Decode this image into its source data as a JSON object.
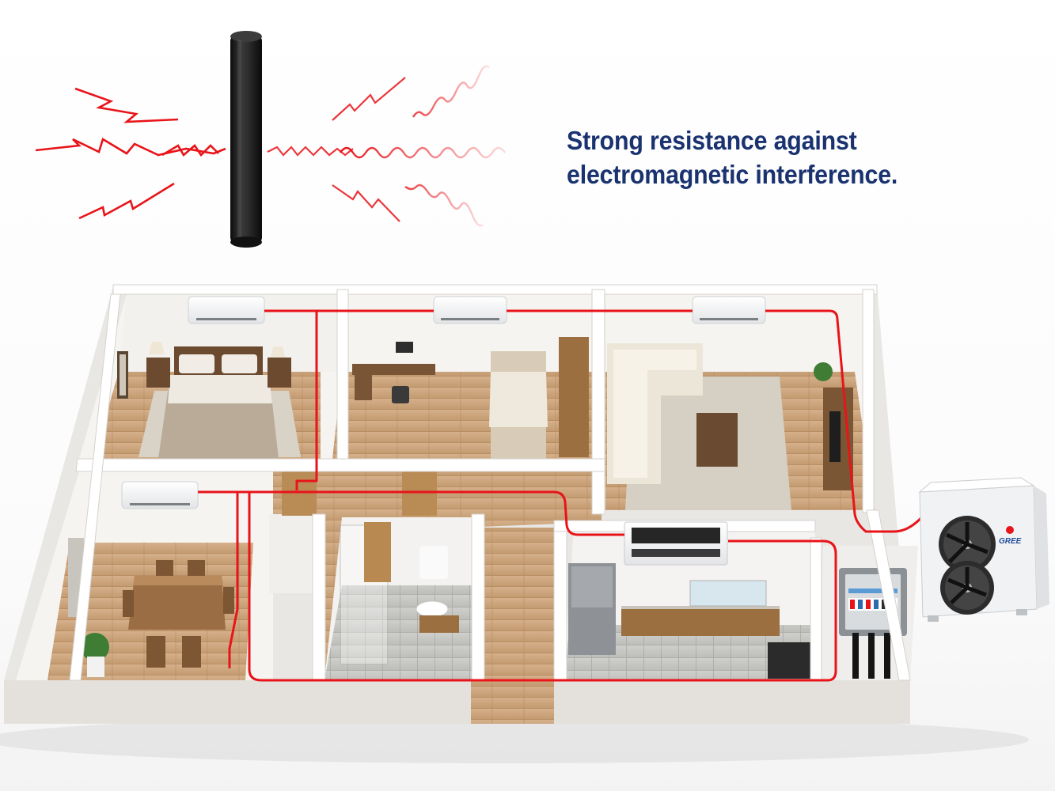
{
  "headline": {
    "line1": "Strong resistance against",
    "line2": "electromagnetic interference."
  },
  "outdoor_unit": {
    "brand": "GREE"
  },
  "colors": {
    "headline": "#1a3370",
    "cable": "#e8141a",
    "interference": "#e8141a",
    "cable_core": "#1e1e1e",
    "floor": "#c9a27a",
    "wall": "#f4f2ef"
  },
  "icons": [
    "cable-cross-section-icon",
    "interference-zigzag-icon",
    "signal-wave-icon",
    "wall-ac-unit-icon",
    "ducted-ac-unit-icon",
    "outdoor-condenser-icon",
    "control-panel-icon"
  ]
}
